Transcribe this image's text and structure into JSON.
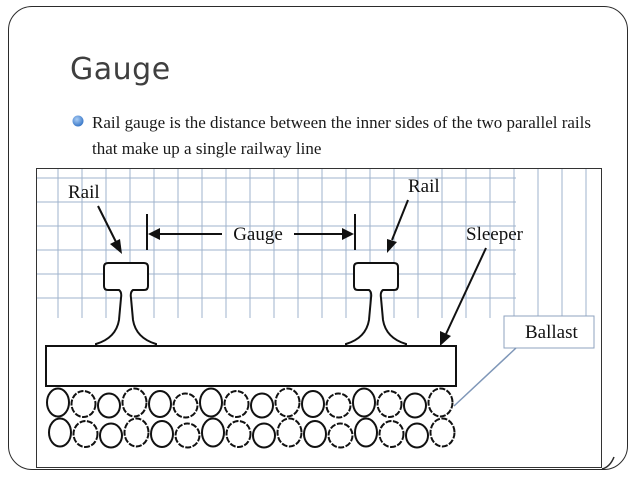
{
  "slide": {
    "title": "Gauge",
    "bullet": "Rail gauge is the distance between the inner sides of the two parallel rails that make up a single railway line"
  },
  "diagram": {
    "labels": {
      "rail_left": "Rail",
      "rail_right": "Rail",
      "gauge": "Gauge",
      "sleeper": "Sleeper",
      "ballast": "Ballast"
    },
    "colors": {
      "grid": "#9fb3cc",
      "stroke": "#111111",
      "ballast_callout": "#7f97b8",
      "bullet": "#5b8fd4"
    }
  }
}
